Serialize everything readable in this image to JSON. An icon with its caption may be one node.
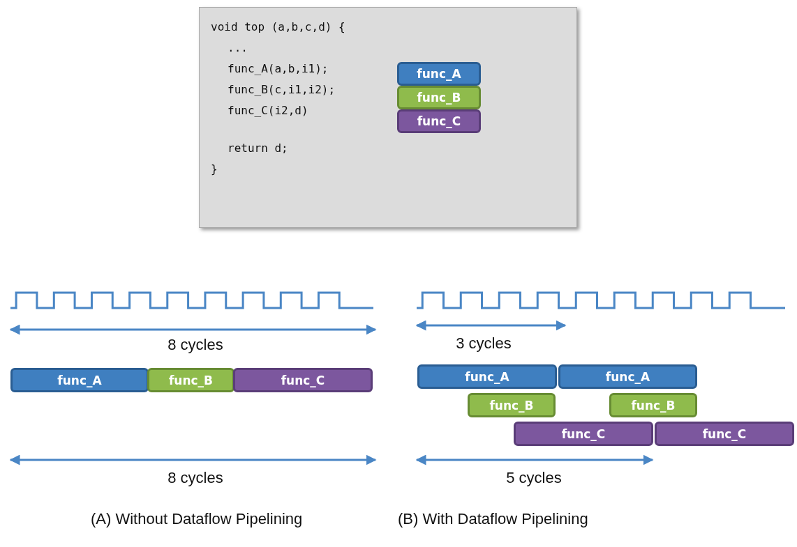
{
  "diagram": {
    "nodes": [
      {
        "text": [
          "void top (a,b,c,d) {",
          "...",
          "func_A(a,b,i1);",
          "func_B(c,i1,i2);",
          "func_C(i2,d)",
          "return d;",
          "}"
        ]
      },
      {
        "text": [
          "func_A"
        ],
        "in": 0
      },
      {
        "text": [
          "func_B"
        ],
        "in": 0
      },
      {
        "text": [
          "func_C"
        ],
        "in": 0
      },
      {
        "text": [
          "func_A"
        ]
      },
      {
        "text": [
          "func_B"
        ]
      },
      {
        "text": [
          "func_C"
        ]
      },
      {
        "text": [
          "func_A"
        ]
      },
      {
        "text": [
          "func_A"
        ]
      },
      {
        "text": [
          "func_B"
        ]
      },
      {
        "text": [
          "func_B"
        ]
      },
      {
        "text": [
          "func_C"
        ]
      },
      {
        "text": [
          "func_C"
        ]
      }
    ],
    "edges": [],
    "labels": [
      "8 cycles",
      "3 cycles",
      "8 cycles",
      "5 cycles",
      "(A) Without Dataflow Pipelining",
      "(B) With Dataflow Pipelining"
    ]
  }
}
